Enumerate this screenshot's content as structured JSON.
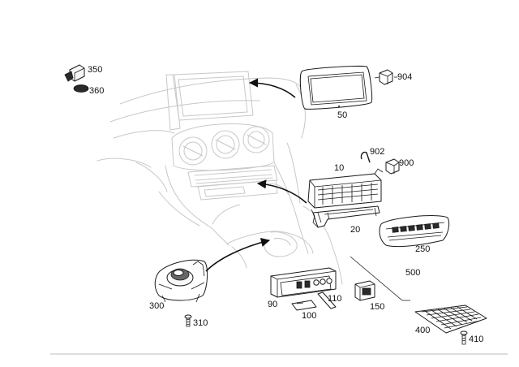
{
  "labels": {
    "l350": "350",
    "l360": "360",
    "l50": "50",
    "l904": "904",
    "l902": "902",
    "l10": "10",
    "l900": "900",
    "l20": "20",
    "l250": "250",
    "l500": "500",
    "l300": "300",
    "l310": "310",
    "l90": "90",
    "l110": "110",
    "l100": "100",
    "l150": "150",
    "l400": "400",
    "l410": "410"
  },
  "colors": {
    "line": "#1a1a1a",
    "ghost_outline": "#c8c8c8",
    "background": "#ffffff"
  }
}
